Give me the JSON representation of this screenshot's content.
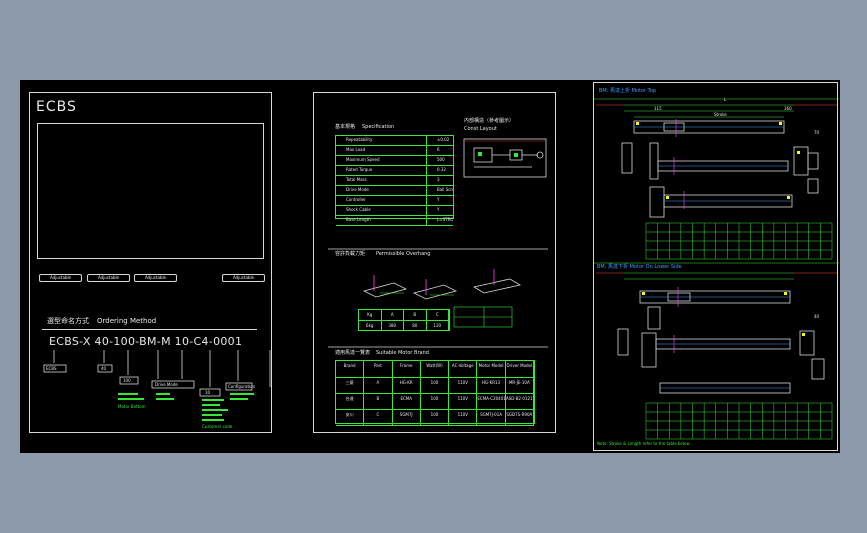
{
  "sheet1": {
    "title": "ECBS",
    "tags": [
      "Adjustable",
      "Adjustable",
      "Adjustable",
      "Adjustable"
    ],
    "ordering_cn": "選型命名方式",
    "ordering_en": "Ordering Method",
    "model_code": "ECBS-X 40-100-BM-M 10-C4-0001",
    "notes": {
      "series": "ECBS",
      "size": "40",
      "stroke": "100",
      "motor_loc": "Motor Bottom",
      "drive": "Drive Mode",
      "lead": "10",
      "config": "Configuration",
      "customer": "Customer code"
    }
  },
  "sheet2": {
    "spec_title_cn": "基本規格",
    "spec_title_en": "Specification",
    "layout_title_cn": "內部構造（參考圖示）",
    "layout_title_en": "Const Layout",
    "spec_rows": [
      {
        "name": "Repeatability",
        "val": "±0.02"
      },
      {
        "name": "Max Load",
        "val": "6"
      },
      {
        "name": "Maximum Speed",
        "val": "500"
      },
      {
        "name": "Rated Torque",
        "val": "0.32"
      },
      {
        "name": "Total Mass",
        "val": "3"
      },
      {
        "name": "Drive Mode",
        "val": "Ball Screw"
      },
      {
        "name": "Controller",
        "val": "Y"
      },
      {
        "name": "Shock Cable",
        "val": "Y"
      },
      {
        "name": "Base Length",
        "val": "L=STROKE+250"
      }
    ],
    "moment_title_cn": "容許負載力矩",
    "moment_title_en": "Permissible Overhang",
    "moment_table": {
      "headers": [
        "Kg",
        "A",
        "B",
        "C"
      ],
      "row": [
        "6kg",
        "380",
        "80",
        "120"
      ]
    },
    "motor_title_cn": "適用馬達一覽表",
    "motor_title_en": "Suitable Motor Brand",
    "motor_table": {
      "headers": [
        "Brand",
        "Part",
        "Frame",
        "Watt(W)",
        "AC-Voltage",
        "Motor Model",
        "Driver Model"
      ],
      "rows": [
        [
          "三菱",
          "A",
          "HG-KR",
          "100",
          "110V",
          "HG-KR13",
          "MR-JE-10A"
        ],
        [
          "台達",
          "B",
          "ECMA",
          "100",
          "110V",
          "ECMA-C20401",
          "ASD-B2-0121"
        ],
        [
          "安川",
          "C",
          "SGM7J",
          "100",
          "110V",
          "SGM7J-01A",
          "SGD7S-R90A"
        ]
      ]
    }
  },
  "sheet3": {
    "top_title": "BM: 馬達上折 Motor Top",
    "bottom_title": "BM: 馬達下折 Motor On Lower Side",
    "dims": {
      "d1": "115",
      "d2": "160",
      "d3": "L",
      "d4": "Stroke",
      "d5": "70",
      "d6": "40"
    },
    "footer": "Note: Stroke & Length refer to the table below"
  }
}
